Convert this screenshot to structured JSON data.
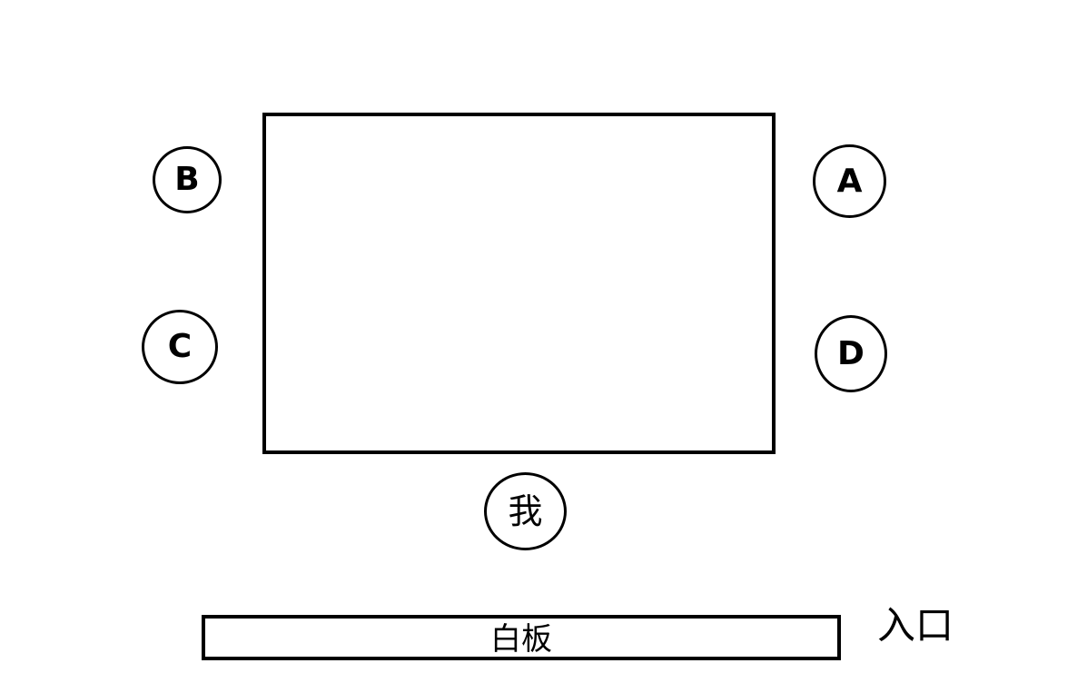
{
  "diagram": {
    "type": "seating-layout",
    "table": {
      "label": ""
    },
    "seats": [
      {
        "id": "B",
        "label": "B",
        "side": "left-top"
      },
      {
        "id": "C",
        "label": "C",
        "side": "left-bottom"
      },
      {
        "id": "A",
        "label": "A",
        "side": "right-top"
      },
      {
        "id": "D",
        "label": "D",
        "side": "right-bottom"
      },
      {
        "id": "me",
        "label": "我",
        "side": "bottom"
      }
    ],
    "whiteboard": {
      "label": "白板"
    },
    "entrance": {
      "label": "入口"
    },
    "colors": {
      "stroke": "#000000",
      "background": "#ffffff"
    }
  }
}
